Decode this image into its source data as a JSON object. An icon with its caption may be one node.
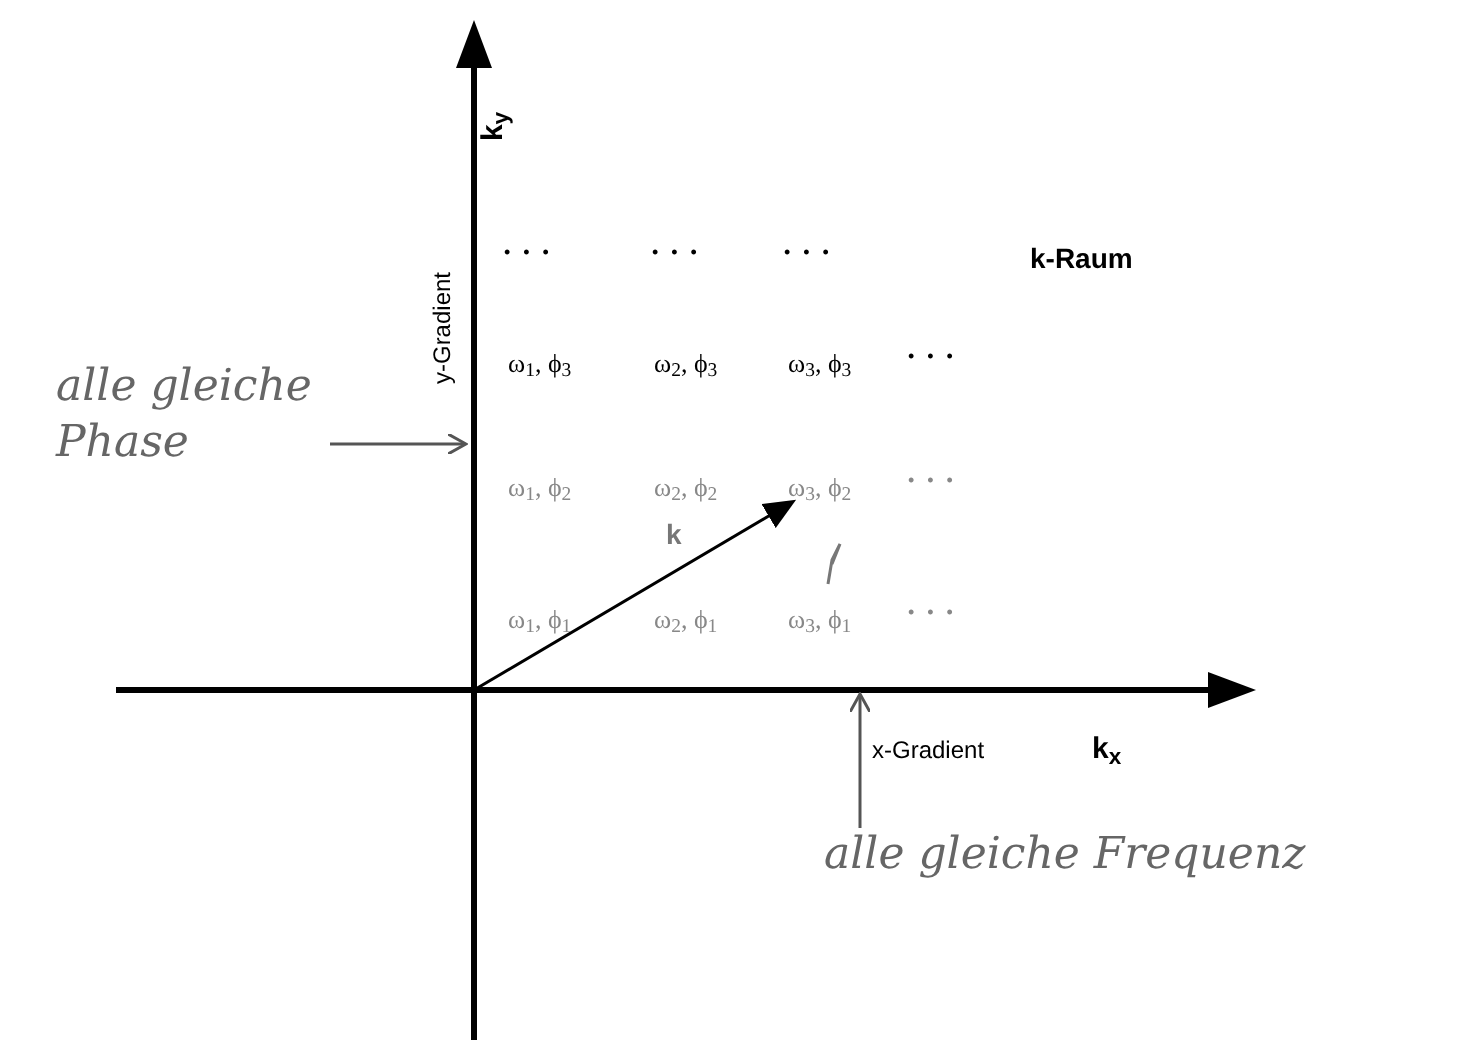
{
  "diagram": {
    "title": "k-Raum",
    "nodes": [
      {
        "text": [
          "alle gleiche Phase"
        ]
      },
      {
        "text": [
          "alle gleiche Frequenz"
        ]
      },
      {
        "text": [],
        "shape": "arrow"
      },
      {
        "text": [],
        "shape": "arrow"
      }
    ],
    "edges": [
      {
        "from": 0,
        "to": 3,
        "arrow": "to"
      },
      {
        "from": 1,
        "to": 2,
        "arrow": "to"
      }
    ],
    "labels": [
      "k$_{y}$",
      "• • •",
      "• • •",
      "• • •",
      "y-Gradient",
      "ω$_{1}$, ϕ$_{3}$",
      "ω$_{2}$, ϕ$_{3}$",
      "ω$_{3}$, ϕ$_{3}$",
      "• • •",
      "ω$_{1}$, ϕ$_{2}$",
      "ω$_{2}$, ϕ$_{2}$",
      "ω$_{3}$, ϕ$_{2}$",
      "• • •",
      "k",
      "ω$_{1}$, ϕ$_{1}$",
      "ω$_{2}$, ϕ$_{1}$",
      "ω$_{3}$, ϕ$_{1}$",
      "• • •",
      "x-Gradient",
      "k$_{x}$"
    ]
  }
}
